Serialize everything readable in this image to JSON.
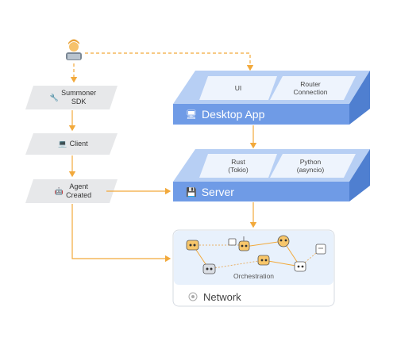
{
  "user": {
    "icon": "user-laptop-icon"
  },
  "left_flow": [
    {
      "icon": "wrench-icon",
      "label_line1": "Summoner",
      "label_line2": "SDK"
    },
    {
      "icon": "laptop-icon",
      "label_line1": "Client",
      "label_line2": ""
    },
    {
      "icon": "robot-icon",
      "label_line1": "Agent",
      "label_line2": "Created"
    }
  ],
  "desktop_app": {
    "title": "Desktop App",
    "icon": "computer-icon",
    "tiles": [
      {
        "line1": "UI",
        "line2": ""
      },
      {
        "line1": "Router",
        "line2": "Connection"
      }
    ]
  },
  "server": {
    "title": "Server",
    "icon": "floppy-disk-icon",
    "tiles": [
      {
        "line1": "Rust",
        "line2": "(Tokio)"
      },
      {
        "line1": "Python",
        "line2": "(asyncio)"
      }
    ]
  },
  "network": {
    "label": "Network",
    "icon": "network-node-icon",
    "orchestration_label": "Orchestration"
  },
  "colors": {
    "arrow": "#f2a93b",
    "box_front": "#6f9be6",
    "box_top": "#b7cff4",
    "box_side": "#4f7fd0",
    "tile": "#eef4fd",
    "para": "#e7e8ea",
    "network_bg": "#e8f1fc"
  }
}
